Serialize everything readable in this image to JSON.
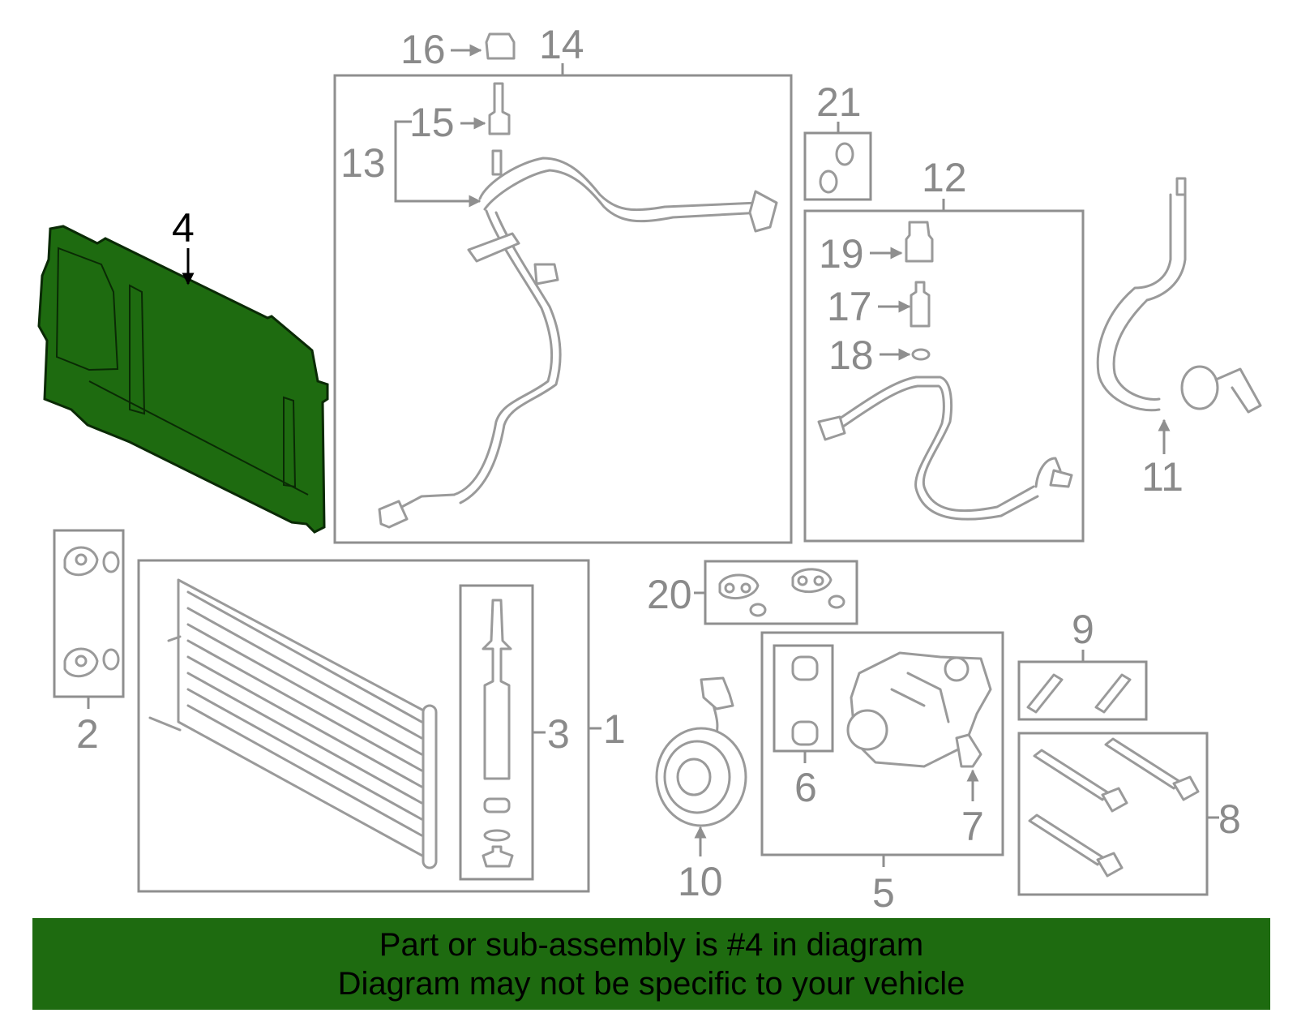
{
  "diagram": {
    "selected_part": "4",
    "highlight_color": "#1e6b10",
    "line_color": "#9a9a9a",
    "callouts": {
      "c1": "1",
      "c2": "2",
      "c3": "3",
      "c4": "4",
      "c5": "5",
      "c6": "6",
      "c7": "7",
      "c8": "8",
      "c9": "9",
      "c10": "10",
      "c11": "11",
      "c12": "12",
      "c13": "13",
      "c14": "14",
      "c15": "15",
      "c16": "16",
      "c17": "17",
      "c18": "18",
      "c19": "19",
      "c20": "20",
      "c21": "21"
    }
  },
  "banner": {
    "line1": "Part or sub-assembly is #4 in diagram",
    "line2": "Diagram may not be specific to your vehicle",
    "background": "#1e6b10"
  }
}
